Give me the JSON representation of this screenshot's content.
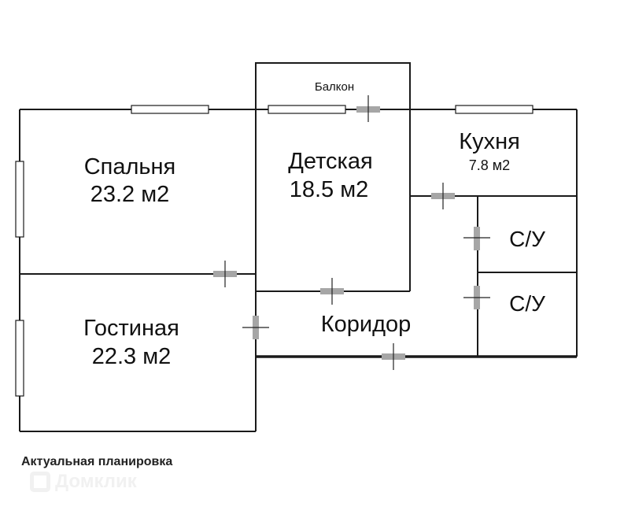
{
  "rooms": [
    {
      "name": "Спальня",
      "area": "23.2 м2"
    },
    {
      "name": "Детская",
      "area": "18.5 м2"
    },
    {
      "name": "Кухня",
      "area": "7.8 м2"
    },
    {
      "name": "С/У"
    },
    {
      "name": "С/У"
    },
    {
      "name": "Коридор"
    },
    {
      "name": "Гостиная",
      "area": "22.3 м2"
    },
    {
      "name": "Балкон"
    }
  ],
  "caption": "Актуальная планировка",
  "watermark": "Домклик"
}
